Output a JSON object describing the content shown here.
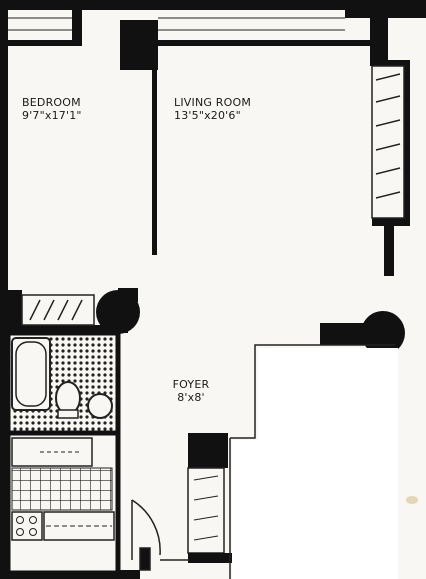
{
  "floorplan": {
    "rooms": [
      {
        "id": "bedroom",
        "name": "BEDROOM",
        "dims": "9'7\"x17'1\""
      },
      {
        "id": "living-room",
        "name": "LIVING ROOM",
        "dims": "13'5\"x20'6\""
      },
      {
        "id": "foyer",
        "name": "FOYER",
        "dims": "8'x8'"
      }
    ],
    "colors": {
      "wall": "#111111",
      "paper": "#f8f7f3",
      "line": "#1a1a1a"
    }
  }
}
